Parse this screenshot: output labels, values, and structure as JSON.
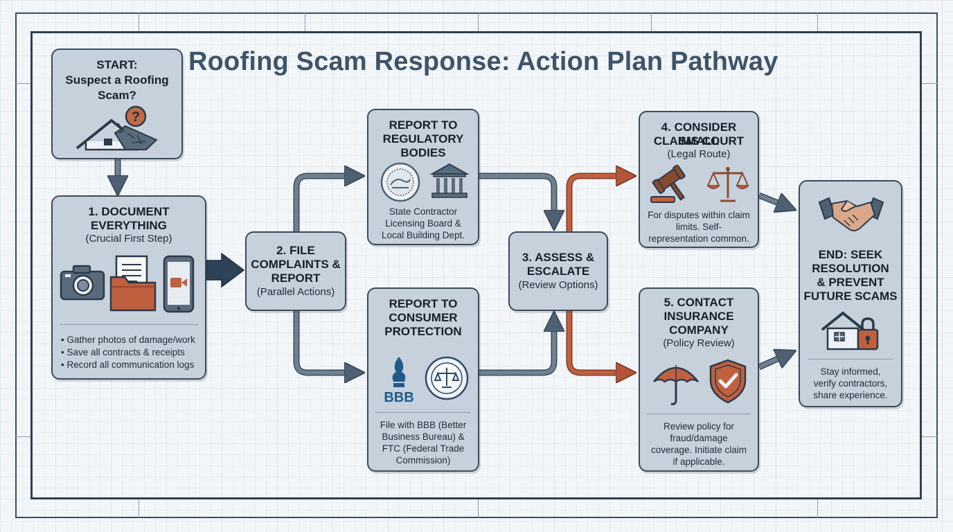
{
  "title": "Roofing Scam Response: Action Plan Pathway",
  "colors": {
    "box_fill": "#c6d1db",
    "box_border": "#3a4a59",
    "arrow_slate": "#5a6b7c",
    "arrow_rust": "#b4553a",
    "title": "#3d5469"
  },
  "start": {
    "line1": "START:",
    "line2": "Suspect a Roofing",
    "line3": "Scam?",
    "icon": "roof-question-icon"
  },
  "document": {
    "title1": "1. DOCUMENT",
    "title2": "EVERYTHING",
    "subtitle": "(Crucial First Step)",
    "icons": [
      "camera-icon",
      "folder-icon",
      "phone-video-icon"
    ],
    "bullets": [
      "Gather photos of damage/work",
      "Save all contracts & receipts",
      "Record all communication logs"
    ]
  },
  "file": {
    "title1": "2. FILE",
    "title2": "COMPLAINTS &",
    "title3": "REPORT",
    "subtitle": "(Parallel Actions)"
  },
  "regulatory": {
    "title1": "REPORT TO",
    "title2": "REGULATORY",
    "title3": "BODIES",
    "icons": [
      "state-seal-icon",
      "government-building-icon"
    ],
    "text": [
      "State Contractor",
      "Licensing Board &",
      "Local Building Dept."
    ]
  },
  "consumer": {
    "title1": "REPORT TO",
    "title2": "CONSUMER",
    "title3": "PROTECTION",
    "bbb_label": "BBB",
    "icons": [
      "bbb-logo-icon",
      "ftc-seal-icon"
    ],
    "text": [
      "File with BBB (Better",
      "Business Bureau) &",
      "FTC (Federal Trade",
      "Commission)"
    ]
  },
  "assess": {
    "title1": "3. ASSESS &",
    "title2": "ESCALATE",
    "subtitle": "(Review Options)"
  },
  "court": {
    "title1": "4. CONSIDER SMALL",
    "title2": "CLAIMS COURT",
    "subtitle": "(Legal Route)",
    "icons": [
      "gavel-icon",
      "scales-icon"
    ],
    "text": [
      "For disputes within claim",
      "limits. Self-",
      "representation common."
    ]
  },
  "insurance": {
    "title1": "5. CONTACT",
    "title2": "INSURANCE",
    "title3": "COMPANY",
    "subtitle": "(Policy Review)",
    "icons": [
      "umbrella-icon",
      "shield-check-icon"
    ],
    "text": [
      "Review policy for",
      "fraud/damage",
      "coverage. Initiate claim",
      "if applicable."
    ]
  },
  "end": {
    "title1": "END: SEEK",
    "title2": "RESOLUTION",
    "title3": "& PREVENT",
    "title4": "FUTURE SCAMS",
    "icons": [
      "handshake-icon",
      "house-lock-icon"
    ],
    "text": [
      "Stay informed,",
      "verify contractors,",
      "share experience."
    ]
  }
}
